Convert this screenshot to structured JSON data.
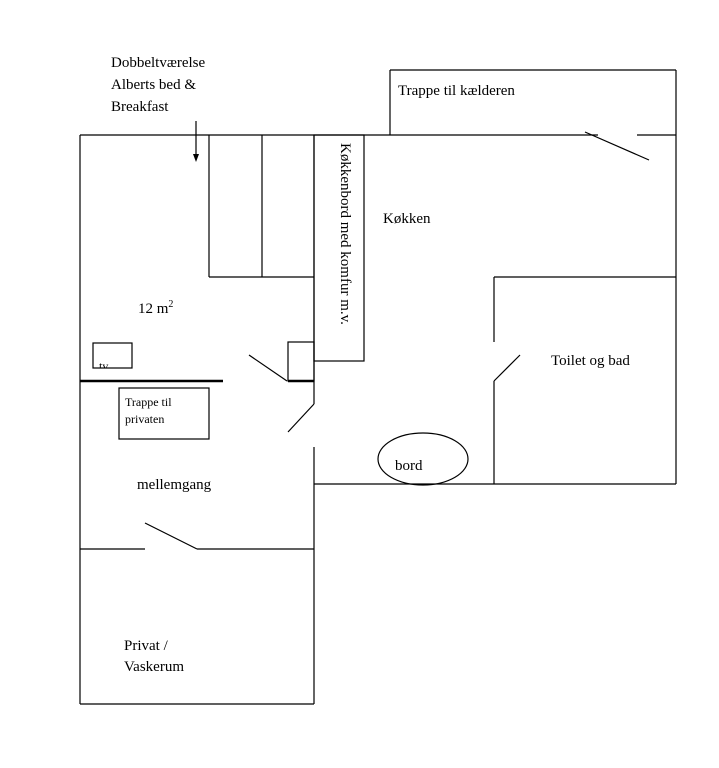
{
  "labels": {
    "room_title_line1": "Dobbeltværelse",
    "room_title_line2": "Alberts bed &",
    "room_title_line3": "Breakfast",
    "basement_stairs": "Trappe til kælderen",
    "kitchen_counter": "Køkkenbord med komfur m.v.",
    "kitchen": "Køkken",
    "area_number": "12 m",
    "area_unit_sup": "2",
    "tv": "tv",
    "private_stairs_line1": "Trappe til",
    "private_stairs_line2": "privaten",
    "toilet_bath": "Toilet og bad",
    "table": "bord",
    "hallway": "mellemgang",
    "private_line1": "Privat /",
    "private_line2": "Vaskerum"
  }
}
